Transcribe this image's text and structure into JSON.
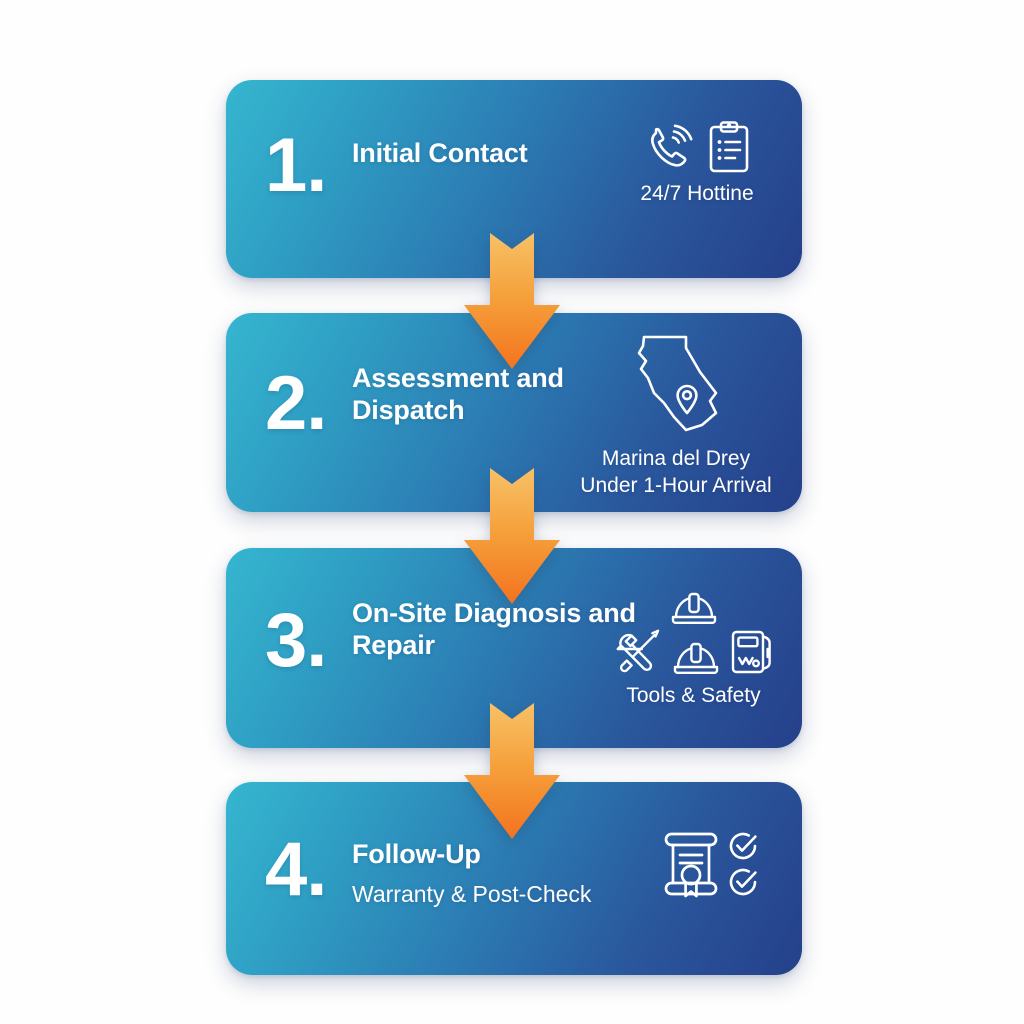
{
  "page": {
    "background_color": "#fefefe",
    "accent_orange": "#f5942b",
    "card_gradient_from": "#35b6cf",
    "card_gradient_to": "#25408b",
    "text_color": "#ffffff"
  },
  "steps": [
    {
      "number": "1.",
      "title": "Initial Contact",
      "subtitle": "",
      "icon_caption": "24/7 Hottine",
      "icons": [
        "phone-ringing-icon",
        "clipboard-checklist-icon"
      ]
    },
    {
      "number": "2.",
      "title": "Assessment and Dispatch",
      "subtitle": "",
      "icon_caption": "Marina del Drey\nUnder 1-Hour Arrival",
      "icon_caption_line1": "Marina del Drey",
      "icon_caption_line2": "Under 1-Hour Arrival",
      "icons": [
        "california-map-pin-icon"
      ]
    },
    {
      "number": "3.",
      "title": "On-Site Diagnosis and Repair",
      "subtitle": "",
      "icon_caption": "Tools & Safety",
      "icons": [
        "hard-hat-icon",
        "wrench-screwdriver-icon",
        "hard-hat-icon",
        "multimeter-icon"
      ]
    },
    {
      "number": "4.",
      "title": "Follow-Up",
      "subtitle": "Warranty & Post-Check",
      "icon_caption": "",
      "icons": [
        "certificate-icon",
        "check-circle-icon",
        "check-circle-icon"
      ]
    }
  ],
  "connectors": [
    {
      "name": "arrow-step-1-to-2",
      "direction": "down"
    },
    {
      "name": "arrow-step-2-to-3",
      "direction": "down"
    },
    {
      "name": "arrow-step-3-to-4",
      "direction": "down"
    }
  ]
}
